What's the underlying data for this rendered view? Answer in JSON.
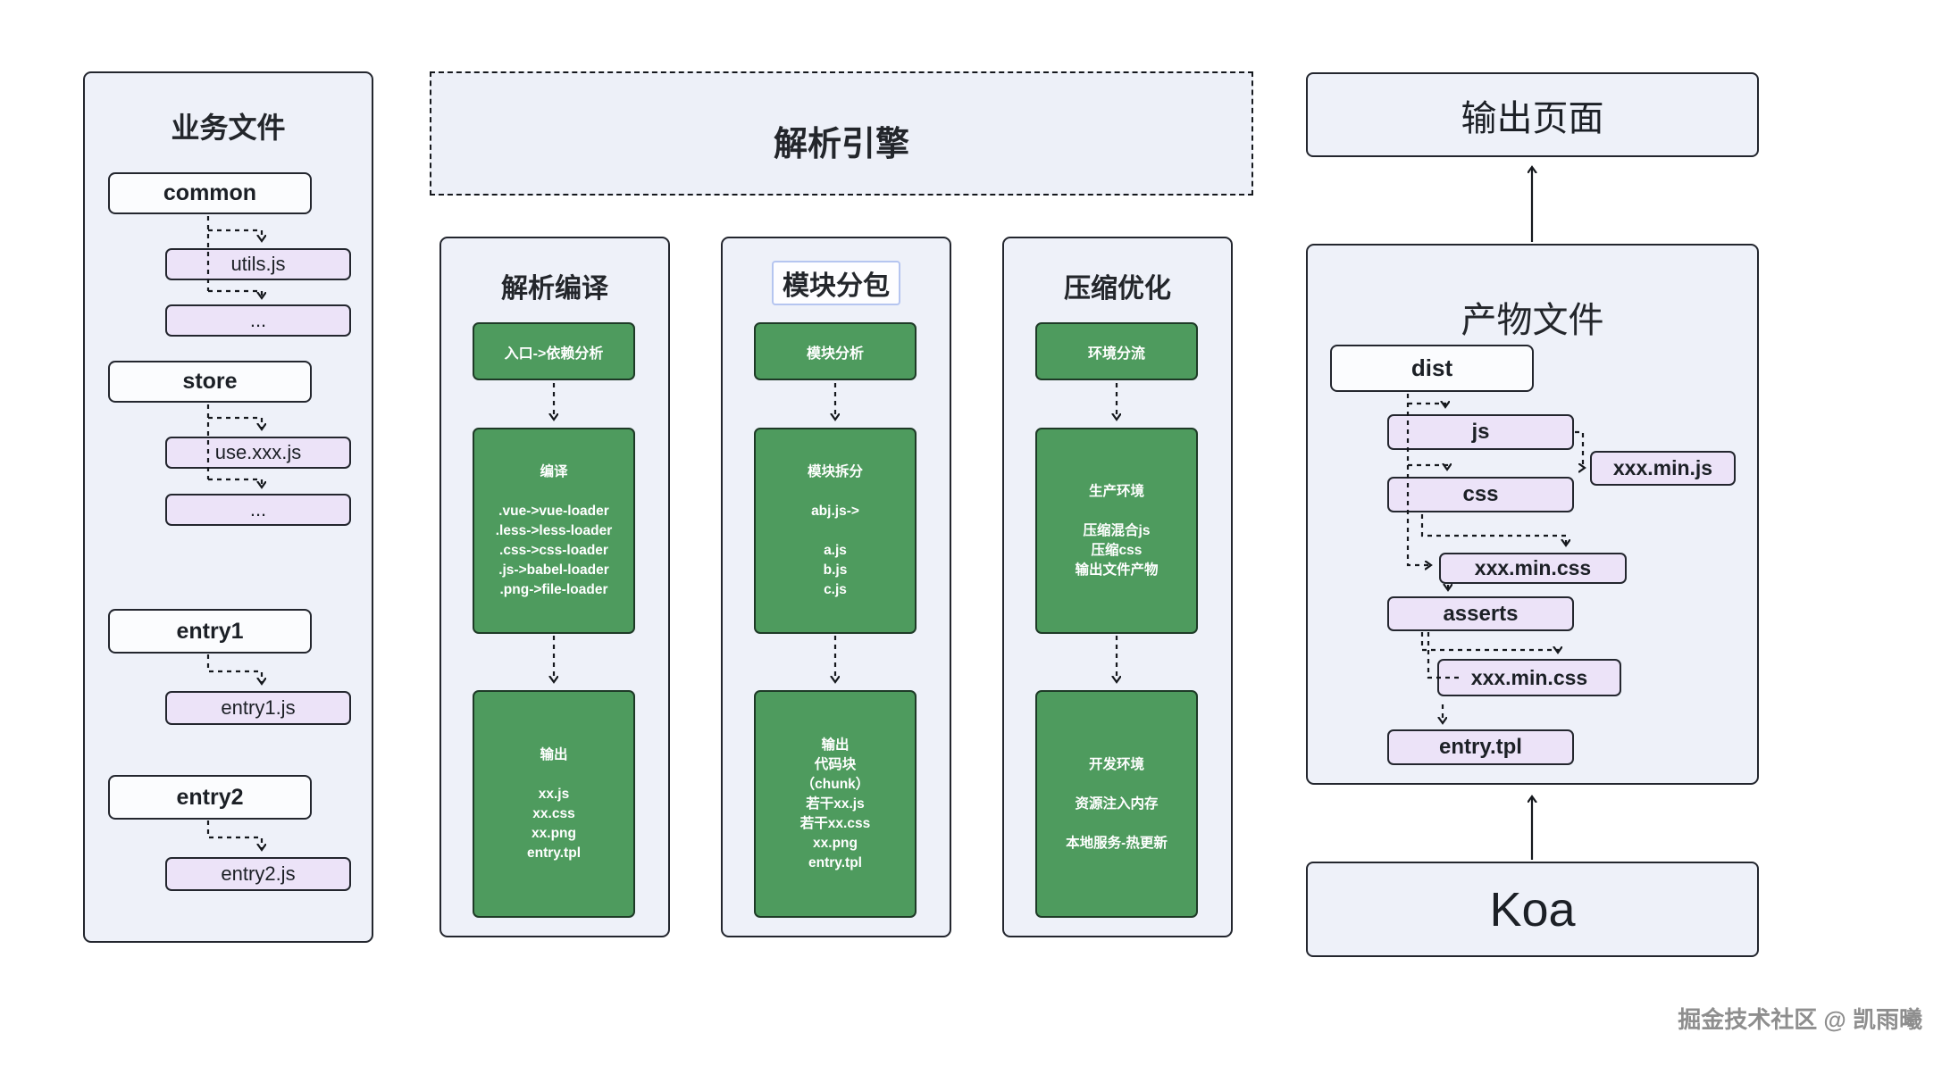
{
  "left_panel": {
    "title": "业务文件",
    "groups": [
      {
        "folder": "common",
        "files": [
          "utils.js",
          "..."
        ]
      },
      {
        "folder": "store",
        "files": [
          "use.xxx.js",
          "..."
        ]
      },
      {
        "folder": "entry1",
        "files": [
          "entry1.js"
        ]
      },
      {
        "folder": "entry2",
        "files": [
          "entry2.js"
        ]
      }
    ]
  },
  "engine": {
    "title": "解析引擎"
  },
  "columns": [
    {
      "title": "解析编译",
      "step": "入口->依赖分析",
      "process_lines": [
        "编译",
        "",
        ".vue->vue-loader",
        ".less->less-loader",
        ".css->css-loader",
        ".js->babel-loader",
        ".png->file-loader"
      ],
      "output_lines": [
        "输出",
        "",
        "xx.js",
        "xx.css",
        "xx.png",
        "entry.tpl"
      ]
    },
    {
      "title": "模块分包",
      "step": "模块分析",
      "process_lines": [
        "模块拆分",
        "",
        "abj.js->",
        "",
        "a.js",
        "b.js",
        "c.js"
      ],
      "output_lines": [
        "输出",
        "代码块",
        "（chunk）",
        "若干xx.js",
        "若干xx.css",
        "xx.png",
        "entry.tpl"
      ]
    },
    {
      "title": "压缩优化",
      "step": "环境分流",
      "process_lines": [
        "生产环境",
        "",
        "压缩混合js",
        "压缩css",
        "输出文件产物"
      ],
      "output_lines": [
        "开发环境",
        "",
        "资源注入内存",
        "",
        "本地服务-热更新"
      ]
    }
  ],
  "right": {
    "output_page": "输出页面",
    "products_title": "产物文件",
    "boxes": {
      "dist": "dist",
      "js": "js",
      "min_js": "xxx.min.js",
      "css": "css",
      "min_css_1": "xxx.min.css",
      "asserts": "asserts",
      "min_css_2": "xxx.min.css",
      "entry_tpl": "entry.tpl"
    },
    "server": "Koa"
  },
  "watermark": "掘金技术社区 @ 凯雨曦",
  "colors": {
    "green_box": "#4e9b5e",
    "purple_box": "#ece3f8",
    "panel_fill": "#eef1f9",
    "selection_blue": "#b5c5f0",
    "ink": "#1c2026"
  }
}
